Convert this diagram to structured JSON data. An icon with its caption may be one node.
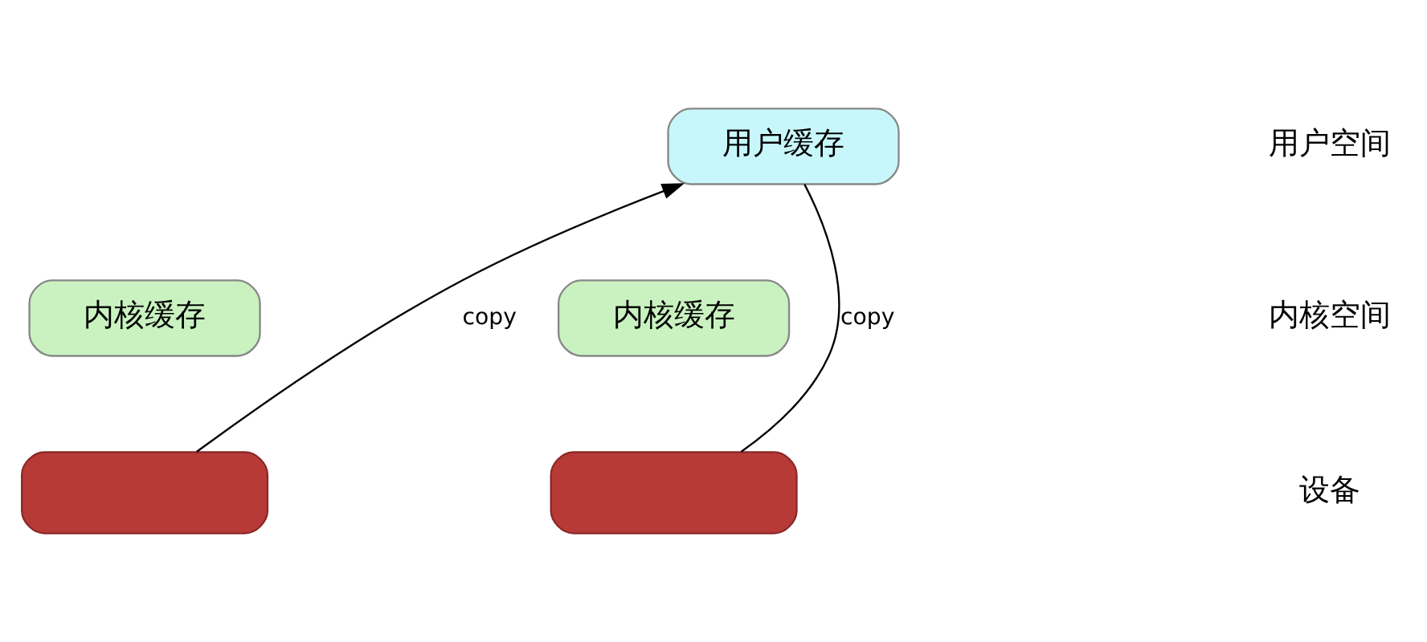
{
  "diagram": {
    "nodes": [
      {
        "text": [
          "用户缓存"
        ]
      },
      {
        "text": [
          "内核缓存"
        ]
      },
      {
        "text": [
          "内核缓存"
        ]
      },
      {
        "text": [],
        "shape": "box"
      },
      {
        "text": [],
        "shape": "box"
      }
    ],
    "edges": [
      {
        "from": 3,
        "to": 0,
        "arrow": "to",
        "label": "copy"
      },
      {
        "from": 0,
        "to": 4,
        "arrow": "none",
        "label": "copy"
      }
    ],
    "labels": [
      "用户空间",
      "内核空间",
      "设备"
    ]
  }
}
